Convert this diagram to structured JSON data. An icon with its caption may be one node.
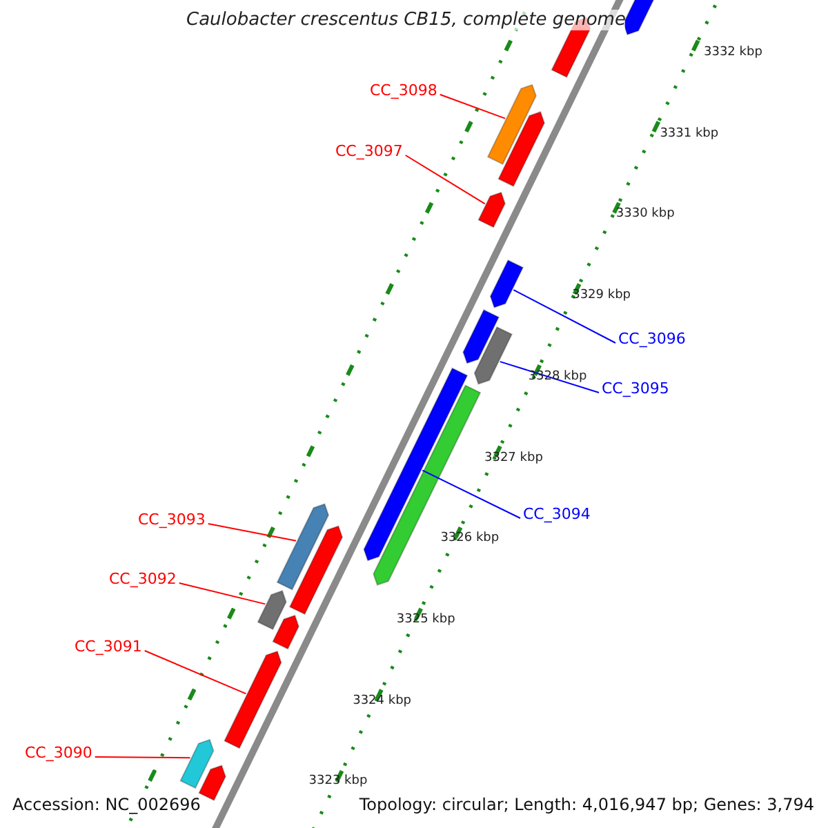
{
  "diagram": {
    "title": "Caulobacter crescentus CB15, complete genome",
    "nodes": [
      {
        "text": [
          "CC_3098"
        ]
      },
      {
        "text": [
          "CC_3097"
        ]
      },
      {
        "text": [
          "CC_3096"
        ]
      },
      {
        "text": [
          "CC_3095"
        ]
      },
      {
        "text": [
          "CC_3094"
        ]
      },
      {
        "text": [
          "CC_3093"
        ]
      },
      {
        "text": [
          "CC_3092"
        ]
      },
      {
        "text": [
          "CC_3091"
        ]
      },
      {
        "text": [
          "CC_3090"
        ]
      },
      {
        "text": [],
        "shape": "bar"
      },
      {
        "text": [],
        "shape": "bar"
      },
      {
        "text": [],
        "shape": "bar"
      },
      {
        "text": [],
        "shape": "bar"
      },
      {
        "text": [],
        "shape": "bar"
      },
      {
        "text": [],
        "shape": "bar"
      },
      {
        "text": [],
        "shape": "bar"
      },
      {
        "text": [],
        "shape": "bar"
      },
      {
        "text": [],
        "shape": "bar"
      },
      {
        "text": [],
        "shape": "bar"
      },
      {
        "text": [],
        "shape": "bar"
      },
      {
        "text": [],
        "shape": "bar"
      },
      {
        "text": [],
        "shape": "bar"
      },
      {
        "text": [],
        "shape": "bar"
      },
      {
        "text": [],
        "shape": "bar"
      },
      {
        "text": [],
        "shape": "bar"
      },
      {
        "text": [],
        "shape": "bar"
      }
    ],
    "edges": [
      {
        "from": 0,
        "to": 11,
        "arrow": "none"
      },
      {
        "from": 1,
        "to": 13,
        "arrow": "none"
      },
      {
        "from": 2,
        "to": 14,
        "arrow": "none",
        "color": "#0000ff"
      },
      {
        "from": 3,
        "to": 16,
        "arrow": "none",
        "color": "#0000ff"
      },
      {
        "from": 4,
        "to": 17,
        "arrow": "none",
        "color": "#0000ff"
      },
      {
        "from": 5,
        "to": 19,
        "arrow": "none"
      },
      {
        "from": 6,
        "to": 21,
        "arrow": "none"
      },
      {
        "from": 7,
        "to": 23,
        "arrow": "none"
      },
      {
        "from": 8,
        "to": 24,
        "arrow": "none"
      }
    ],
    "labels": [
      "3332 kbp",
      "3331 kbp",
      "3330 kbp",
      "3329 kbp",
      "3328 kbp",
      "3327 kbp",
      "3326 kbp",
      "3325 kbp",
      "3324 kbp",
      "3323 kbp",
      "Accession: NC_002696",
      "Topology: circular; Length: 4,016,947 bp; Genes: 3,794"
    ]
  }
}
